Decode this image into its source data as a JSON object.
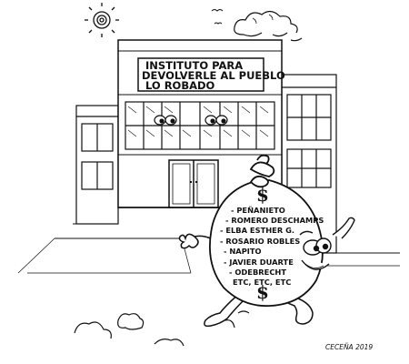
{
  "sign": {
    "line1": "INSTITUTO PARA",
    "line2": "DEVOLVERLE AL PUEBLO",
    "line3": "LO ROBADO"
  },
  "bag": {
    "symbol_top": "$",
    "symbol_bottom": "$",
    "names": [
      "- PEÑANIETO",
      "- ROMERO DESCHAMPS",
      "- ELBA ESTHER G.",
      "- ROSARIO ROBLES",
      "- NAPITO",
      "- JAVIER DUARTE",
      "- ODEBRECHT",
      "ETC, ETC, ETC"
    ]
  },
  "signature": "CECEÑA 2019",
  "colors": {
    "ink": "#111111",
    "paper": "#ffffff",
    "shade": "#444444"
  }
}
